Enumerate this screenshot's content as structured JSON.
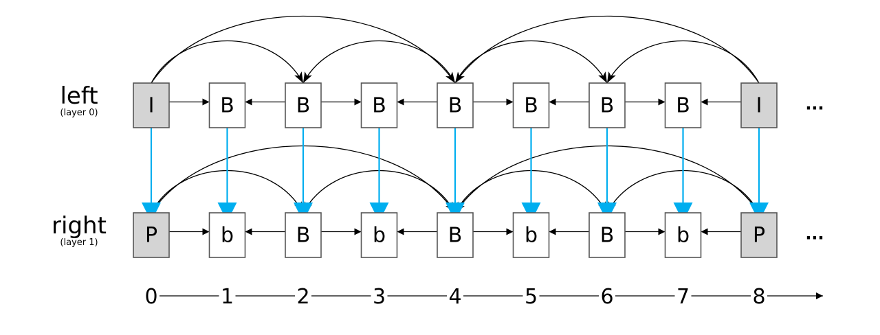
{
  "rows": [
    {
      "id": "left",
      "label": "left",
      "sublabel": "(layer 0)",
      "frames": [
        "I",
        "B",
        "B",
        "B",
        "B",
        "B",
        "B",
        "B",
        "I"
      ],
      "shaded": [
        0,
        8
      ]
    },
    {
      "id": "right",
      "label": "right",
      "sublabel": "(layer 1)",
      "frames": [
        "P",
        "b",
        "B",
        "b",
        "B",
        "b",
        "B",
        "b",
        "P"
      ],
      "shaded": [
        0,
        8
      ]
    }
  ],
  "ellipsis": "...",
  "timeline": [
    "0",
    "1",
    "2",
    "3",
    "4",
    "5",
    "6",
    "7",
    "8"
  ],
  "row_edges": [
    {
      "from": 0,
      "to": 1
    },
    {
      "from": 2,
      "to": 1
    },
    {
      "from": 2,
      "to": 3
    },
    {
      "from": 4,
      "to": 3
    },
    {
      "from": 4,
      "to": 5
    },
    {
      "from": 6,
      "to": 5
    },
    {
      "from": 6,
      "to": 7
    },
    {
      "from": 8,
      "to": 7
    }
  ],
  "arc_edges": [
    {
      "from": 0,
      "to": 2,
      "level": 1
    },
    {
      "from": 0,
      "to": 4,
      "level": 2
    },
    {
      "from": 4,
      "to": 2,
      "level": 1
    },
    {
      "from": 8,
      "to": 4,
      "level": 2
    },
    {
      "from": 4,
      "to": 6,
      "level": 1
    },
    {
      "from": 8,
      "to": 6,
      "level": 1
    }
  ],
  "inter_layer_edges": [
    0,
    1,
    2,
    3,
    4,
    5,
    6,
    7,
    8
  ],
  "colors": {
    "shaded_fill": "#d4d4d4",
    "box_stroke": "#555555",
    "edge": "#000000",
    "inter_layer": "#00aeef"
  }
}
